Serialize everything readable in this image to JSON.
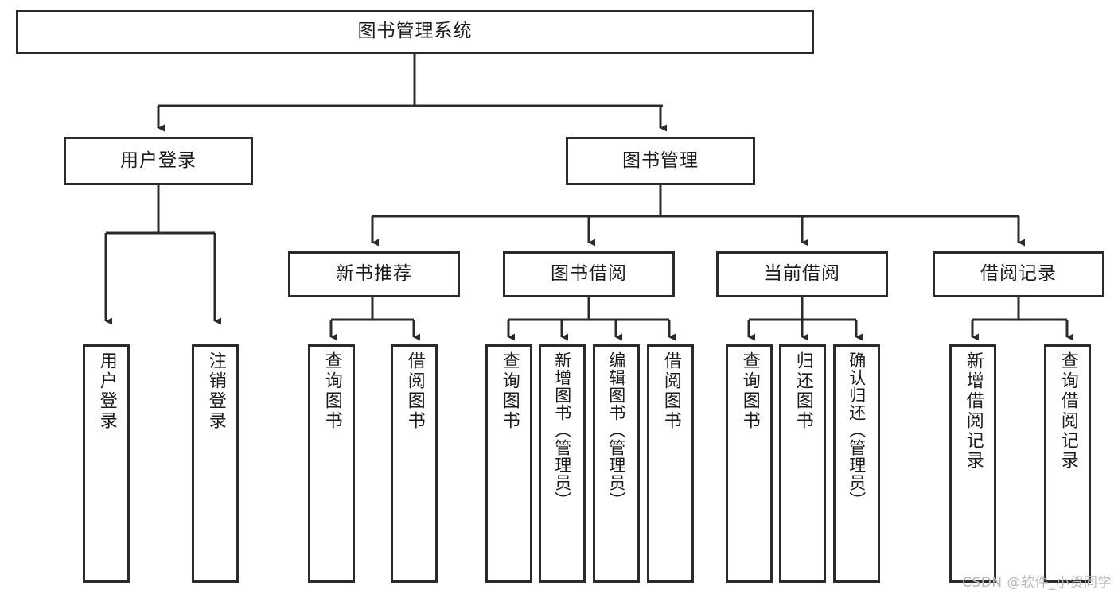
{
  "diagram": {
    "title": "图书管理系统",
    "watermark": "CSDN @软件_小贺同学",
    "line_color": "#2b2b2b",
    "box_fill": "#ffffff",
    "text_color": "#1b1b1b",
    "watermark_color": "#b8b8b8",
    "levels": {
      "root": "图书管理系统",
      "level2": [
        "用户登录",
        "图书管理"
      ],
      "level3": [
        "新书推荐",
        "图书借阅",
        "当前借阅",
        "借阅记录"
      ]
    },
    "nodes": {
      "root": {
        "label": "图书管理系统"
      },
      "user_login": {
        "label": "用户登录"
      },
      "book_manage": {
        "label": "图书管理"
      },
      "new_book_rec": {
        "label": "新书推荐"
      },
      "book_borrow": {
        "label": "图书借阅"
      },
      "current_borrow": {
        "label": "当前借阅"
      },
      "borrow_record": {
        "label": "借阅记录"
      }
    },
    "leaves": {
      "user_login": [
        {
          "label": "用户登录"
        },
        {
          "label": "注销登录"
        }
      ],
      "new_book_rec": [
        {
          "label": "查询图书"
        },
        {
          "label": "借阅图书"
        }
      ],
      "book_borrow": [
        {
          "label": "查询图书"
        },
        {
          "label": "新增图书（管理员）"
        },
        {
          "label": "编辑图书（管理员）"
        },
        {
          "label": "借阅图书"
        }
      ],
      "current_borrow": [
        {
          "label": "查询图书"
        },
        {
          "label": "归还图书"
        },
        {
          "label": "确认归还（管理员）"
        }
      ],
      "borrow_record": [
        {
          "label": "新增借阅记录"
        },
        {
          "label": "查询借阅记录"
        }
      ]
    }
  }
}
